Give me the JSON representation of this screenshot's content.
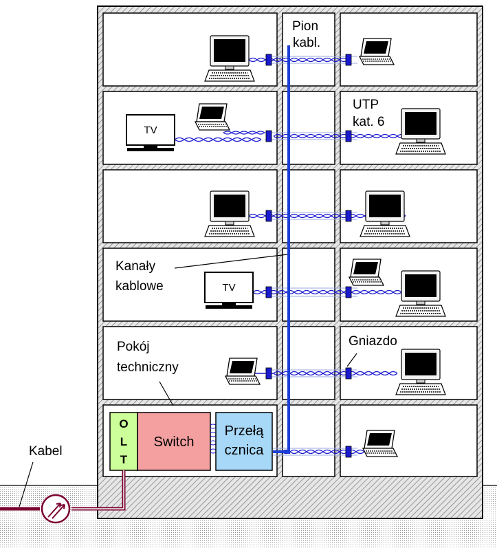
{
  "labels": {
    "pion_line1": "Pion",
    "pion_line2": "kabl.",
    "utp_line1": "UTP",
    "utp_line2": "kat. 6",
    "kanaly_line1": "Kanały",
    "kanaly_line2": "kablowe",
    "gniazdo": "Gniazdo",
    "pokoj_line1": "Pokój",
    "pokoj_line2": "techniczny",
    "kabel": "Kabel",
    "tv": "TV"
  },
  "equipment": {
    "olt_letters": [
      "O",
      "L",
      "T"
    ],
    "switch": "Switch",
    "przel_line1": "Przełą",
    "przel_line2": "cznica"
  },
  "colors": {
    "cable": "#1a1ad0",
    "riser": "#1a3fd6",
    "fiber": "#7a0030",
    "olt_fill": "#ccff99",
    "switch_fill": "#f4a0a0",
    "przel_fill": "#a8d8f8"
  }
}
